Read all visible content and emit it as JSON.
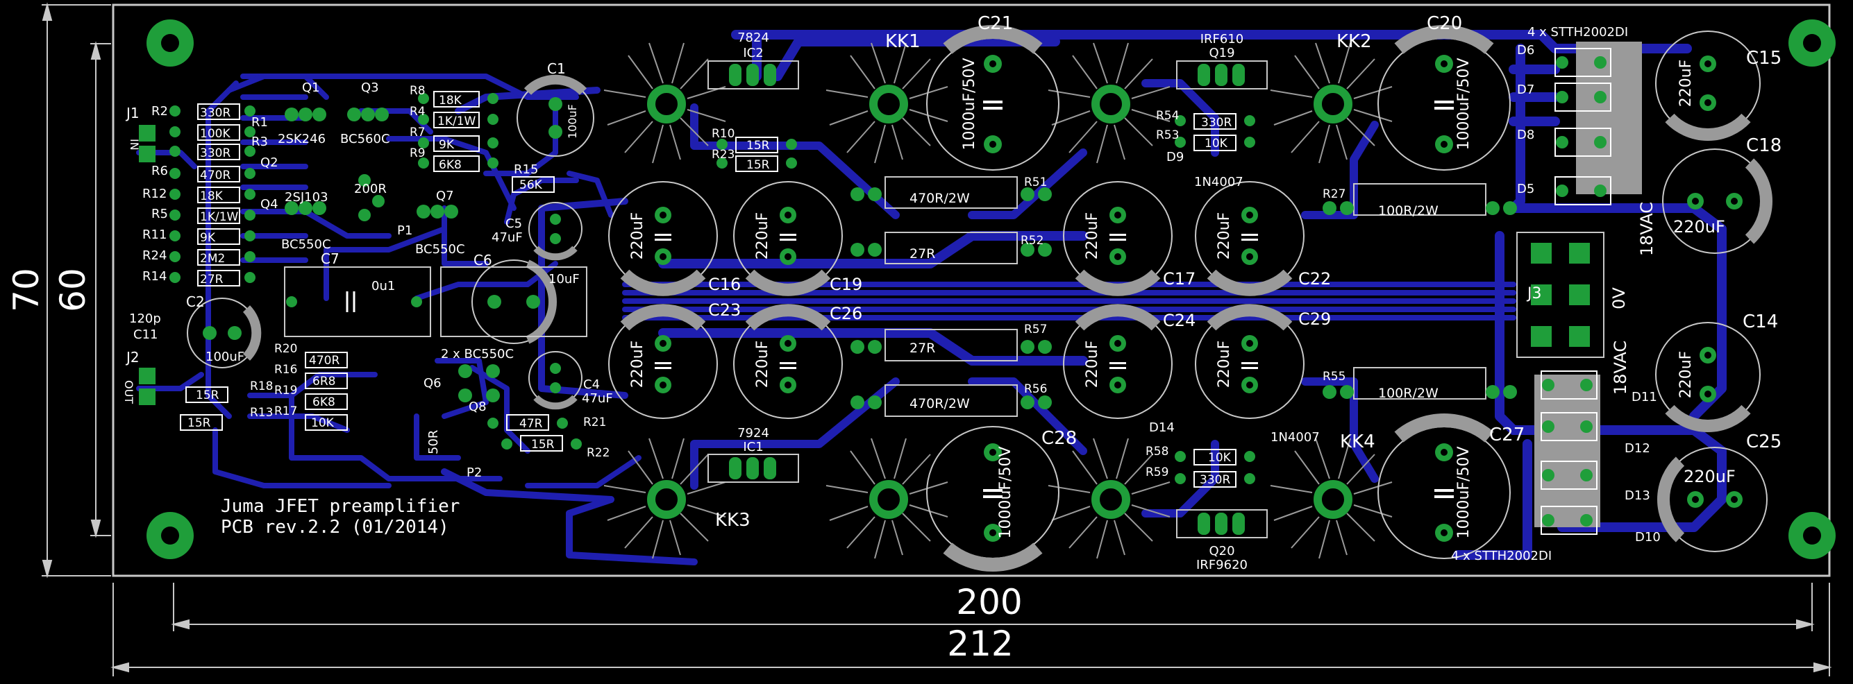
{
  "title": {
    "line1": "Juma JFET preamplifier",
    "line2": "PCB rev.2.2 (01/2014)"
  },
  "dimensions": {
    "width_outer": "212",
    "width_inner": "200",
    "height_outer": "70",
    "height_inner": "60"
  },
  "connectors": {
    "j1": "J1",
    "in": "IN",
    "j2": "J2",
    "out": "OUT",
    "j3": "J3",
    "v18a": "18VAC",
    "v0": "0V",
    "v18b": "18VAC"
  },
  "heatsinks": {
    "kk1": "KK1",
    "kk2": "KK2",
    "kk3": "KK3",
    "kk4": "KK4"
  },
  "regulators": {
    "ic2_type": "7824",
    "ic2": "IC2",
    "ic1_type": "7924",
    "ic1": "IC1",
    "q19_type": "IRF610",
    "q19": "Q19",
    "q20_type": "IRF9620",
    "q20": "Q20"
  },
  "diodes": {
    "top_array": "4 x STTH2002DI",
    "bottom_array": "4 x STTH2002DI",
    "d5": "D5",
    "d6": "D6",
    "d7": "D7",
    "d8": "D8",
    "d9": "D9",
    "d9_type": "1N4007",
    "d10": "D10",
    "d11": "D11",
    "d12": "D12",
    "d13": "D13",
    "d14": "D14",
    "d14_type": "1N4007"
  },
  "transistors": {
    "q1": "Q1",
    "q1_type": "2SK246",
    "q2": "Q2",
    "q2_type": "2SJ103",
    "q3": "Q3",
    "q3_type": "BC560C",
    "q4": "Q4",
    "q4_type": "BC550C",
    "q7": "Q7",
    "q7_type": "BC550C",
    "q6": "Q6",
    "q8": "Q8",
    "q68_type": "2 x BC550C"
  },
  "pots": {
    "p1": "P1",
    "p1_val": "200R",
    "p2": "P2",
    "p2_val": "50R"
  },
  "input_resistors": [
    {
      "ref": "R2",
      "val": "330R"
    },
    {
      "ref": "R1",
      "val": "100K"
    },
    {
      "ref": "R3",
      "val": "330R"
    },
    {
      "ref": "R6",
      "val": "470R"
    },
    {
      "ref": "R12",
      "val": "18K"
    },
    {
      "ref": "R5",
      "val": "1K/1W"
    },
    {
      "ref": "R11",
      "val": "9K"
    },
    {
      "ref": "R24",
      "val": "2M2"
    },
    {
      "ref": "R14",
      "val": "27R"
    }
  ],
  "mid_resistors": [
    {
      "ref": "R8",
      "val": "18K"
    },
    {
      "ref": "R4",
      "val": "1K/1W"
    },
    {
      "ref": "R7",
      "val": "9K"
    },
    {
      "ref": "R9",
      "val": "6K8"
    }
  ],
  "out_resistors": [
    {
      "ref": "R20",
      "val": "470R"
    },
    {
      "ref": "R16",
      "val": "6R8"
    },
    {
      "ref": "R19",
      "val": "6K8"
    },
    {
      "ref": "R17",
      "val": "10K"
    }
  ],
  "misc_resistors": {
    "r15": "R15",
    "r15_val": "56K",
    "r18": "R18",
    "r18_val": "15R",
    "r13": "R13",
    "r13_val": "15R",
    "r10": "R10",
    "r10_val": "15R",
    "r23": "R23",
    "r23_val": "15R",
    "r21": "R21",
    "r21_val": "47R",
    "r22": "R22",
    "r22_val": "15R",
    "r51": "R51",
    "r51_val": "470R/2W",
    "r52": "R52",
    "r52_val": "27R",
    "r57": "R57",
    "r57_val": "27R",
    "r56": "R56",
    "r56_val": "470R/2W",
    "r27": "R27",
    "r27_val": "100R/2W",
    "r55": "R55",
    "r55_val": "100R/2W",
    "r54": "R54",
    "r54_val": "330R",
    "r53": "R53",
    "r53_val": "10K",
    "r58": "R58",
    "r58_val": "10K",
    "r59": "R59",
    "r59_val": "330R"
  },
  "capacitors": {
    "c1": "C1",
    "c1_val": "100uF",
    "c2": "C2",
    "c2_val": "100uF",
    "c11": "C11",
    "c11_val": "120p",
    "c4": "C4",
    "c4_val": "47uF",
    "c5": "C5",
    "c5_val": "47uF",
    "c6": "C6",
    "c6_val": "10uF",
    "c7": "C7",
    "c7_val": "0u1",
    "c21": "C21",
    "c21_val": "1000uF/50V",
    "c20": "C20",
    "c20_val": "1000uF/50V",
    "c28": "C28",
    "c28_val": "1000uF/50V",
    "c27": "C27",
    "c27_val": "1000uF/50V",
    "c15": "C15",
    "c15_val": "220uF",
    "c18": "C18",
    "c18_val": "220uF",
    "c14": "C14",
    "c14_val": "220uF",
    "c25": "C25",
    "c25_val": "220uF",
    "c16": "C16",
    "c19": "C19",
    "c17": "C17",
    "c22": "C22",
    "c23": "C23",
    "c26": "C26",
    "c24": "C24",
    "c29": "C29",
    "small_val": "220uF"
  },
  "colors": {
    "background": "#000000",
    "trace": "#1f1fb0",
    "pad": "#1f9e3a",
    "silk": "#ffffff",
    "silk_dim": "#9a9a9a",
    "outline": "#c8c8c8"
  }
}
